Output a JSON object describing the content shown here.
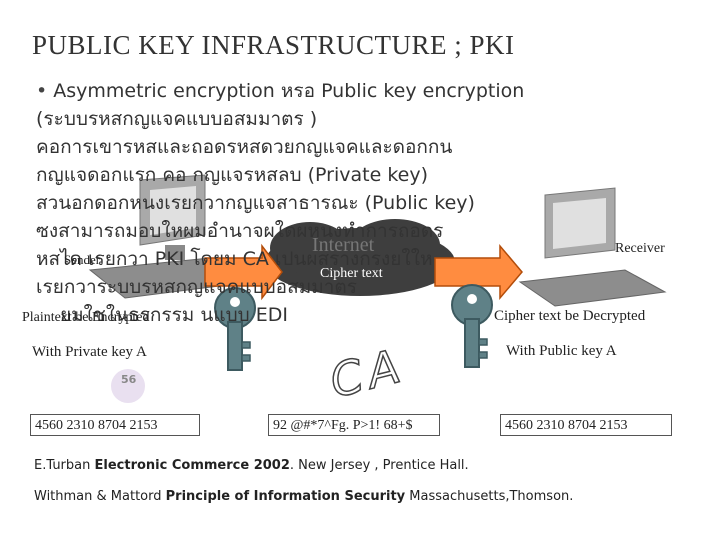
{
  "slide": {
    "title": "PUBLIC KEY INFRASTRUCTURE ; PKI",
    "bullet": {
      "lead_en": "Asymmetric encryption",
      "lead_th": "หรอ",
      "lead_en2": "Public key encryption",
      "lines": [
        "(ระบบรหสกญแจคแบบอสมมาตร         )",
        "   คอการเขารหสและถอดรหสดวยกญแจคและดอกกน",
        "กญแจดอกแรก คอ  กญแจรหสลบ    (Private key)",
        "สวนอกดอกหนงเรยกวากญแจสาธารณะ           (Public key)",
        "ซงสามารถมอบใหผมอำนาจผใดผหนงทำการถอดร",
        "หสได  เรยกวา      PKI โดยม  CA  เปนผสรางกรงยใให",
        "เรยกวาระบบรหสกญแจคแบบอสมมาตร",
        "ยมใชในธรกรรม        นแบบ        EDI"
      ]
    },
    "diagram": {
      "sender_label": "Sender",
      "receiver_label": "Receiver",
      "internet_label": "Internet",
      "cipher_label": "Cipher text",
      "left_caption": "Plaintext be Encrypted",
      "right_caption": "Cipher text be Decrypted",
      "left_key_caption": "With Private key A",
      "right_key_caption": "With Public key A",
      "ca_label": "CA",
      "page_number": "56",
      "plain_box": "4560 2310 8704 2153",
      "cipher_box": "92 @#*7^Fg. P>1! 68+$",
      "result_box": "4560 2310 8704 2153"
    },
    "references": [
      {
        "author": "E.Turban",
        "title": "Electronic Commerce 2002",
        "rest": ". New Jersey , Prentice Hall."
      },
      {
        "author": "Withman & Mattord",
        "title": "Principle of Information Security",
        "rest": "  Massachusetts,Thomson."
      }
    ],
    "colors": {
      "arrow_fill": "#ff8c40",
      "arrow_stroke": "#b34d0a",
      "key_fill": "#5f8187",
      "key_stroke": "#3d5a60",
      "cloud_fill": "#3e3e3e",
      "computer_fill": "#9a9a9a"
    }
  }
}
